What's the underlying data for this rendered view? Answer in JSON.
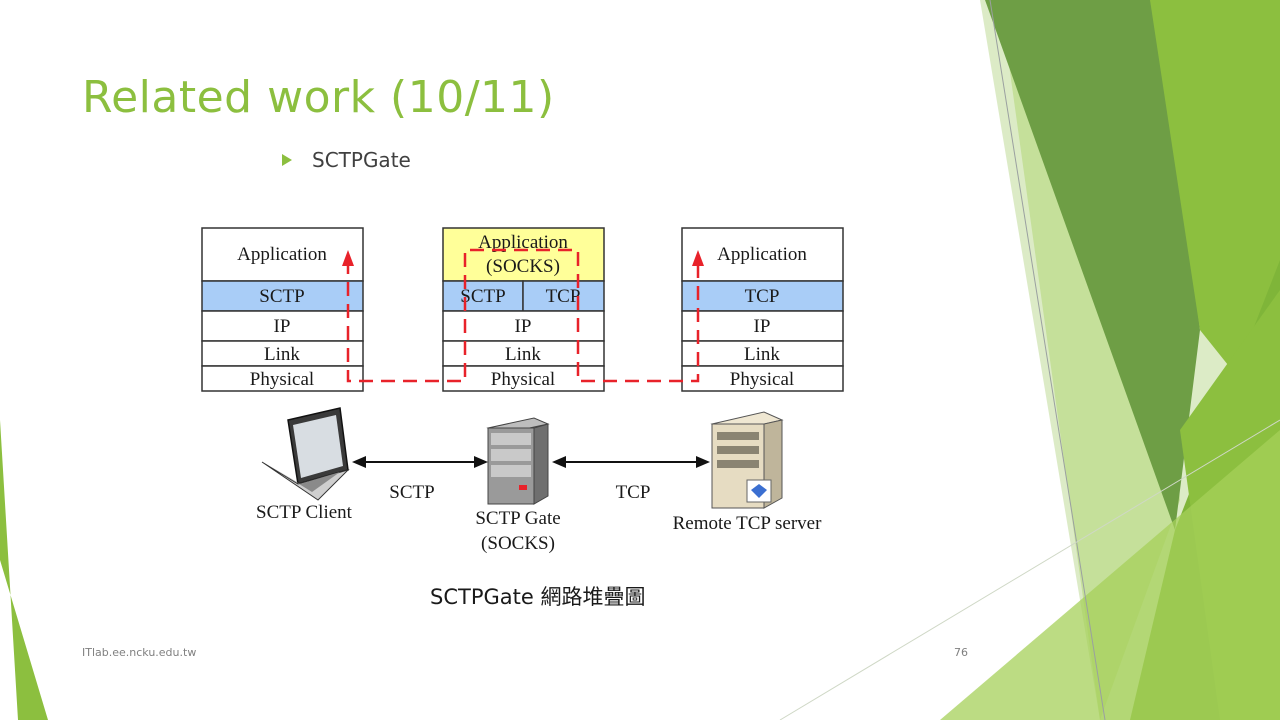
{
  "slide": {
    "title": "Related work (10/11)",
    "bullet": "SCTPGate",
    "caption": "SCTPGate 網路堆疊圖",
    "footer_url": "ITlab.ee.ncku.edu.tw",
    "page_number": "76"
  },
  "diagram": {
    "stacks": {
      "client": {
        "app": "Application",
        "transport": "SCTP",
        "ip": "IP",
        "link": "Link",
        "phys": "Physical"
      },
      "gate": {
        "app_line1": "Application",
        "app_line2": "(SOCKS)",
        "transport_left": "SCTP",
        "transport_right": "TCP",
        "ip": "IP",
        "link": "Link",
        "phys": "Physical"
      },
      "server": {
        "app": "Application",
        "transport": "TCP",
        "ip": "IP",
        "link": "Link",
        "phys": "Physical"
      }
    },
    "devices": {
      "client": "SCTP Client",
      "gate_line1": "SCTP Gate",
      "gate_line2": "(SOCKS)",
      "server": "Remote TCP server"
    },
    "links": {
      "left": "SCTP",
      "right": "TCP"
    }
  },
  "colors": {
    "accent_green": "#8cbf3f",
    "transport_blue": "#a9cdf7",
    "socks_yellow": "#ffff99",
    "path_red": "#e8222a"
  }
}
